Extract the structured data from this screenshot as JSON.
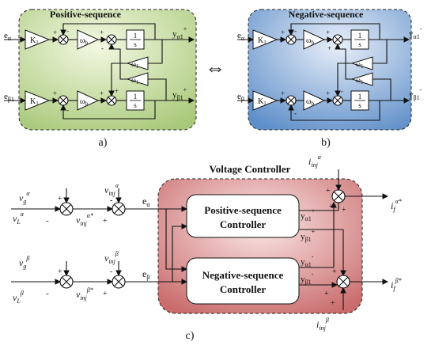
{
  "panel_a": {
    "title": "Positive-sequence",
    "caption": "a)",
    "in_alpha": "e",
    "in_alpha_sub": "α",
    "in_beta": "e",
    "in_beta_sub": "β1",
    "gain1": "K",
    "gain1_sub": "1",
    "gain2": "K",
    "gain2_sub": "1",
    "wb1": "ω",
    "wb1_sub": "b",
    "wb2": "ω",
    "wb2_sub": "b",
    "w1a": "ω",
    "w1a_sub": "1",
    "w1b": "ω",
    "w1b_sub": "1",
    "int_num": "1",
    "int_den": "s",
    "out_alpha": "y",
    "out_alpha_sub": "α1",
    "out_alpha_sup": "+",
    "out_beta": "y",
    "out_beta_sub": "β1",
    "out_beta_sup": "+"
  },
  "panel_b": {
    "title": "Negative-sequence",
    "caption": "b)",
    "in_alpha": "e",
    "in_alpha_sub": "α",
    "in_beta": "e",
    "in_beta_sub": "β",
    "gain1": "K",
    "gain1_sub": "1",
    "gain2": "K",
    "gain2_sub": "1",
    "wb1": "ω",
    "wb1_sub": "b",
    "wb2": "ω",
    "wb2_sub": "b",
    "w1a": "ω",
    "w1a_sub": "1",
    "w1b": "ω",
    "w1b_sub": "1",
    "int_num": "1",
    "int_den": "s",
    "out_alpha": "y",
    "out_alpha_sub": "α1",
    "out_alpha_sup": "-",
    "out_beta": "y",
    "out_beta_sub": "β1",
    "out_beta_sup": "-"
  },
  "equiv_symbol": "⇔",
  "panel_c": {
    "title": "Voltage Controller",
    "caption": "c)",
    "pos_block_line1": "Positive-sequence",
    "pos_block_line2": "Controller",
    "neg_block_line1": "Negative-sequence",
    "neg_block_line2": "Controller",
    "vg_a": "v",
    "vg_a_sub": "g",
    "vg_a_sup": "α",
    "vl_a": "v",
    "vl_a_sub": "L",
    "vl_a_sup": "α",
    "vinj_a": "v",
    "vinj_a_sub": "inj",
    "vinj_a_sup": "α",
    "vinjs_a": "v",
    "vinjs_a_sub": "inj",
    "vinjs_a_sup": "α*",
    "e_a": "e",
    "e_a_sub": "α",
    "vg_b": "v",
    "vg_b_sub": "g",
    "vg_b_sup": "β",
    "vl_b": "v",
    "vl_b_sub": "L",
    "vl_b_sup": "β",
    "vinj_b": "v",
    "vinj_b_sub": "inj",
    "vinj_b_sup": "β",
    "vinjs_b": "v",
    "vinjs_b_sub": "inj",
    "vinjs_b_sup": "β*",
    "e_b": "e",
    "e_b_sub": "β",
    "ya_p": "y",
    "ya_p_sub": "α1",
    "ya_p_sup": "+",
    "yb_p": "y",
    "yb_p_sub": "β1",
    "yb_p_sup": "+",
    "ya_n": "y",
    "ya_n_sub": "α1",
    "ya_n_sup": "-",
    "yb_n": "y",
    "yb_n_sub": "β1",
    "yb_n_sup": "-",
    "iinj_a": "i",
    "iinj_a_sub": "inj",
    "iinj_a_sup": "α",
    "iinj_b": "i",
    "iinj_b_sub": "inj",
    "iinj_b_sup": "β",
    "if_a": "i",
    "if_a_sub": "f",
    "if_a_sup": "α*",
    "if_b": "i",
    "if_b_sub": "f",
    "if_b_sup": "β*"
  },
  "colors": {
    "pos_fill_light": "#eef5d8",
    "pos_fill_dark": "#a9c97a",
    "neg_fill_light": "#dfe9f6",
    "neg_fill_dark": "#5f8fc9",
    "ctrl_fill_light": "#f6d6d6",
    "ctrl_fill_dark": "#c96b6b"
  }
}
